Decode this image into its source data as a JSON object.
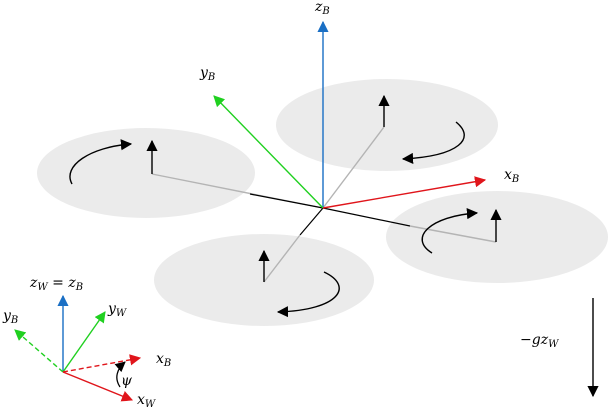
{
  "colors": {
    "x_axis": "#e0151b",
    "y_axis": "#20d020",
    "z_axis": "#1a6fc4",
    "rotor_disk": "#ebebeb",
    "arm_light": "#b4b4b4",
    "arm_dark": "#000000"
  },
  "labels": {
    "body_z": {
      "main": "z",
      "sub": "B"
    },
    "body_y": {
      "main": "y",
      "sub": "B"
    },
    "body_x": {
      "main": "x",
      "sub": "B"
    },
    "gravity": {
      "prefix": "−gz",
      "sub": "W"
    },
    "world_z": {
      "left_main": "z",
      "left_sub": "W",
      "equals": " = ",
      "right_main": "z",
      "right_sub": "B"
    },
    "world_y": {
      "main": "y",
      "sub": "W"
    },
    "world_yb": {
      "main": "y",
      "sub": "B"
    },
    "world_xb": {
      "main": "x",
      "sub": "B"
    },
    "world_x": {
      "main": "x",
      "sub": "W"
    },
    "yaw": "ψ"
  },
  "icons": {
    "rotation_arrow": "curved-arrow-icon",
    "thrust_arrow": "up-arrow-icon"
  }
}
